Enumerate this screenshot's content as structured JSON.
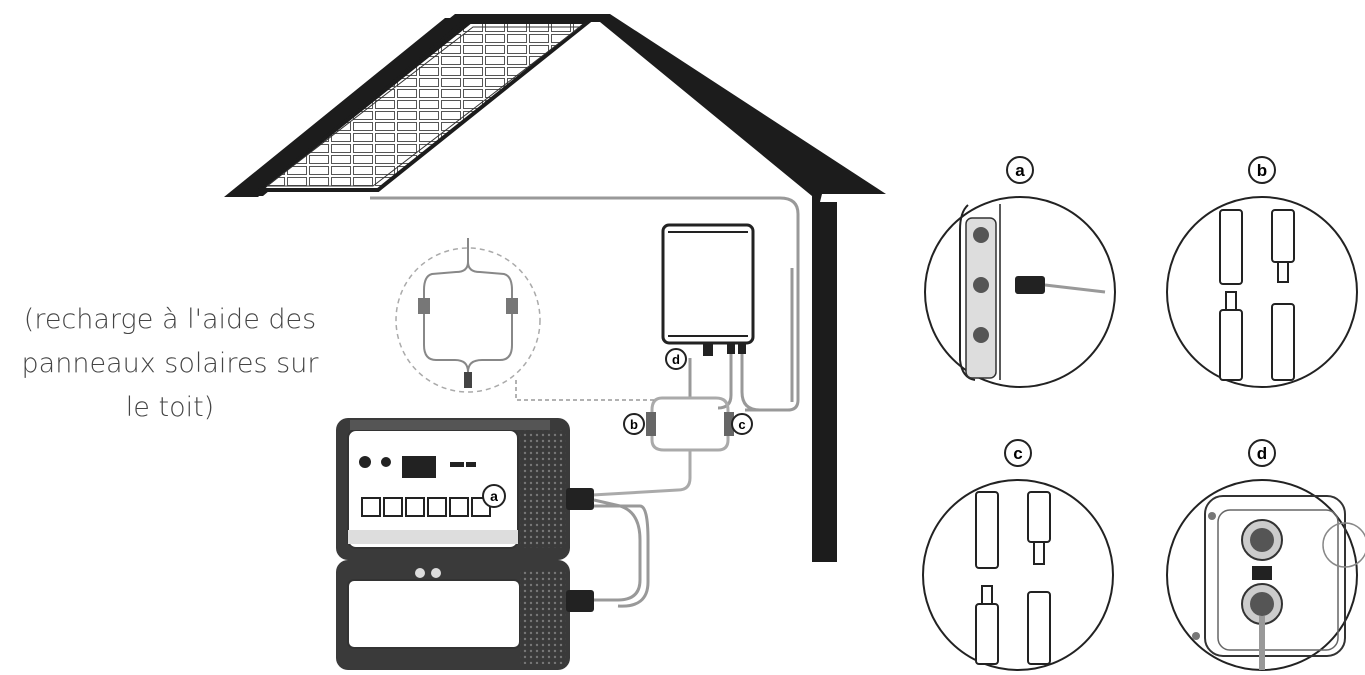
{
  "caption": {
    "lines": [
      "(recharge à l'aide des",
      "panneaux solaires sur",
      "le toit)"
    ]
  },
  "labels": {
    "a": "a",
    "b": "b",
    "c": "c",
    "d": "d"
  },
  "colors": {
    "line": "#222222",
    "cable": "#9a9a9a",
    "battery_dark": "#3a3a3a"
  }
}
